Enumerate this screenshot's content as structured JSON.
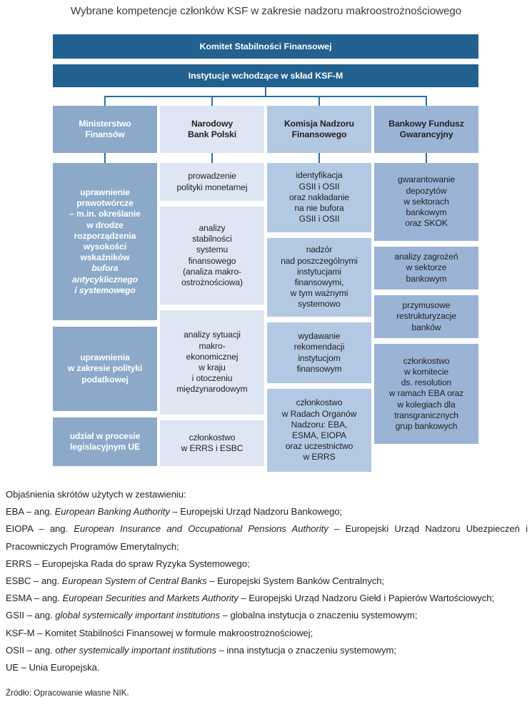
{
  "figure": {
    "title": "Wybrane kompetencje członków KSF w zakresie nadzoru makroostrożnościowego",
    "source": "Źródło: Opracowanie własne NIK."
  },
  "colors": {
    "header_bar": "#22608f",
    "connector": "#2e6da4",
    "col1": "#8ca9ca",
    "col2": "#dde6f2",
    "col3": "#b3c8e2",
    "col4": "#9bb4d6"
  },
  "top_bars": [
    {
      "label": "Komitet Stabilności Finansowej"
    },
    {
      "label": "Instytucje wchodzące w skład KSF-M"
    }
  ],
  "columns": [
    {
      "id": "ministerstwo-finansow",
      "header": "Ministerstwo\nFinansów",
      "boxes": [
        {
          "text": "uprawnienie\nprawotwórcze\n– m.in. określanie\nw drodze\nrozporządzenia\nwysokości\nwskaźników",
          "text_italic": "bufora\nantycyklicznego\ni systemowego"
        },
        {
          "text": "uprawnienia\nw zakresie polityki\npodatkowej"
        },
        {
          "text": "udział w procesie\nlegislacyjnym UE"
        }
      ]
    },
    {
      "id": "narodowy-bank-polski",
      "header": "Narodowy\nBank Polski",
      "boxes": [
        {
          "text": "prowadzenie\npolityki monetarnej"
        },
        {
          "text": "analizy\nstabilności\nsystemu\nfinansowego\n(analiza makro-\nostrożnościowa)"
        },
        {
          "text": "analizy sytuacji\nmakro-\nekonomicznej\nw kraju\ni otoczeniu\nmiędzynarodowym"
        },
        {
          "text": "członkostwo\nw ERRS i ESBC"
        }
      ]
    },
    {
      "id": "komisja-nadzoru-finansowego",
      "header": "Komisja Nadzoru\nFinansowego",
      "boxes": [
        {
          "text": "identyfikacja\nGSII i OSII\noraz nakładanie\nna nie bufora\nGSII i OSII"
        },
        {
          "text": "nadzór\nnad poszczególnymi\ninstytucjami\nfinansowymi,\nw tym ważnymi\nsystemowo"
        },
        {
          "text": "wydawanie\nrekomendacji\ninstytucjom\nfinansowym"
        },
        {
          "text": "członkostwo\nw Radach Organów\nNadzoru: EBA,\nESMA, EIOPA\noraz uczestnictwo\nw ERRS"
        }
      ]
    },
    {
      "id": "bankowy-fundusz-gwarancyjny",
      "header": "Bankowy Fundusz\nGwarancyjny",
      "boxes": [
        {
          "text": "gwarantowanie\ndepozytów\nw sektorach\nbankowym\noraz SKOK"
        },
        {
          "text": "analizy zagrożeń\nw sektorze\nbankowym"
        },
        {
          "text": "przymusowe\nrestrukturyzacje\nbanków"
        },
        {
          "text": "członkostwo\nw komitecie\nds. resolution\nw ramach EBA oraz\nw kolegiach dla\ntransgranicznych\ngrup bankowych"
        }
      ]
    }
  ],
  "legend": {
    "intro": "Objaśnienia skrótów użytych w zestawieniu:",
    "entries": [
      {
        "abbr": "EBA",
        "pre": "EBA – ang. ",
        "en": "European Banking Authority",
        "post": " – Europejski Urząd Nadzoru Bankowego;"
      },
      {
        "abbr": "EIOPA",
        "pre": "EIOPA – ang. ",
        "en": "European Insurance and Occupational Pensions Authority",
        "post": " – Europejski Urząd Nadzoru Ubezpieczeń i Pracowniczych Programów Emerytalnych;"
      },
      {
        "abbr": "ERRS",
        "pre": "ERRS – Europejska Rada do spraw Ryzyka Systemowego;",
        "en": "",
        "post": ""
      },
      {
        "abbr": "ESBC",
        "pre": "ESBC – ang. ",
        "en": "European System of Central Banks",
        "post": " – Europejski System Banków Centralnych;"
      },
      {
        "abbr": "ESMA",
        "pre": "ESMA – ang. ",
        "en": "European Securities and Markets Authority",
        "post": " – Europejski Urząd Nadzoru Giełd i Papierów Wartościowych;"
      },
      {
        "abbr": "GSII",
        "pre": "GSII – ang. ",
        "en": "global systemically important institutions",
        "post": " – globalna instytucja o znaczeniu systemowym;"
      },
      {
        "abbr": "KSF-M",
        "pre": "KSF-M – Komitet Stabilności Finansowej w formule makroostrożnościowej;",
        "en": "",
        "post": ""
      },
      {
        "abbr": "OSII",
        "pre": "OSII – ang. ",
        "en": "other systemically important institutions",
        "post": "  – inna instytucja o znaczeniu systemowym;"
      },
      {
        "abbr": "UE",
        "pre": "UE – Unia Europejska.",
        "en": "",
        "post": ""
      }
    ]
  }
}
